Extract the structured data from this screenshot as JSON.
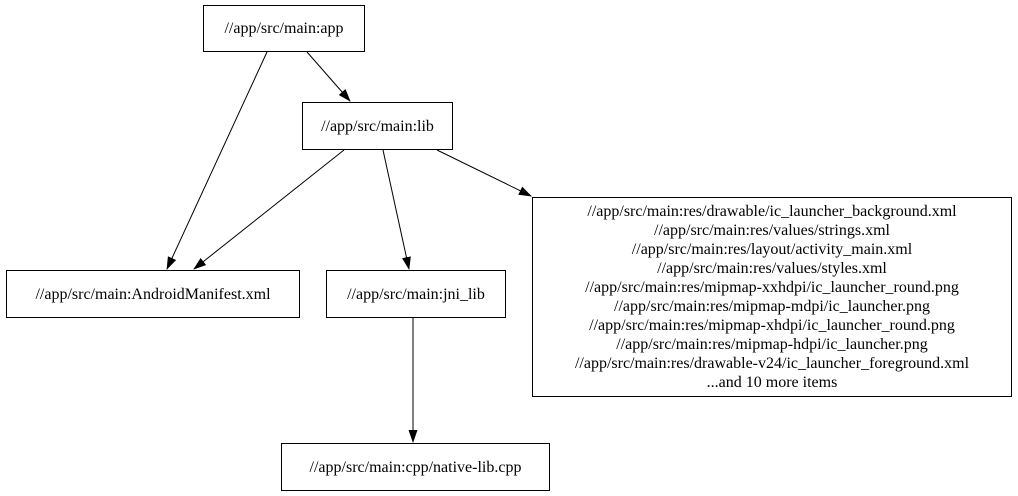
{
  "diagram": {
    "type": "dependency-graph",
    "background_color": "#ffffff",
    "node_border_color": "#000000",
    "text_color": "#000000",
    "nodes": {
      "app": {
        "label": "//app/src/main:app"
      },
      "lib": {
        "label": "//app/src/main:lib"
      },
      "manifest": {
        "label": "//app/src/main:AndroidManifest.xml"
      },
      "jni_lib": {
        "label": "//app/src/main:jni_lib"
      },
      "res_group": {
        "lines": [
          "//app/src/main:res/drawable/ic_launcher_background.xml",
          "//app/src/main:res/values/strings.xml",
          "//app/src/main:res/layout/activity_main.xml",
          "//app/src/main:res/values/styles.xml",
          "//app/src/main:res/mipmap-xxhdpi/ic_launcher_round.png",
          "//app/src/main:res/mipmap-mdpi/ic_launcher.png",
          "//app/src/main:res/mipmap-xhdpi/ic_launcher_round.png",
          "//app/src/main:res/mipmap-hdpi/ic_launcher.png",
          "//app/src/main:res/drawable-v24/ic_launcher_foreground.xml",
          "...and 10 more items"
        ]
      },
      "native_lib": {
        "label": "//app/src/main:cpp/native-lib.cpp"
      }
    },
    "edges": [
      {
        "from": "//app/src/main:app",
        "to": "//app/src/main:lib"
      },
      {
        "from": "//app/src/main:app",
        "to": "//app/src/main:AndroidManifest.xml"
      },
      {
        "from": "//app/src/main:lib",
        "to": "//app/src/main:AndroidManifest.xml"
      },
      {
        "from": "//app/src/main:lib",
        "to": "//app/src/main:jni_lib"
      },
      {
        "from": "//app/src/main:lib",
        "to": "res_group"
      },
      {
        "from": "//app/src/main:jni_lib",
        "to": "//app/src/main:cpp/native-lib.cpp"
      }
    ]
  }
}
